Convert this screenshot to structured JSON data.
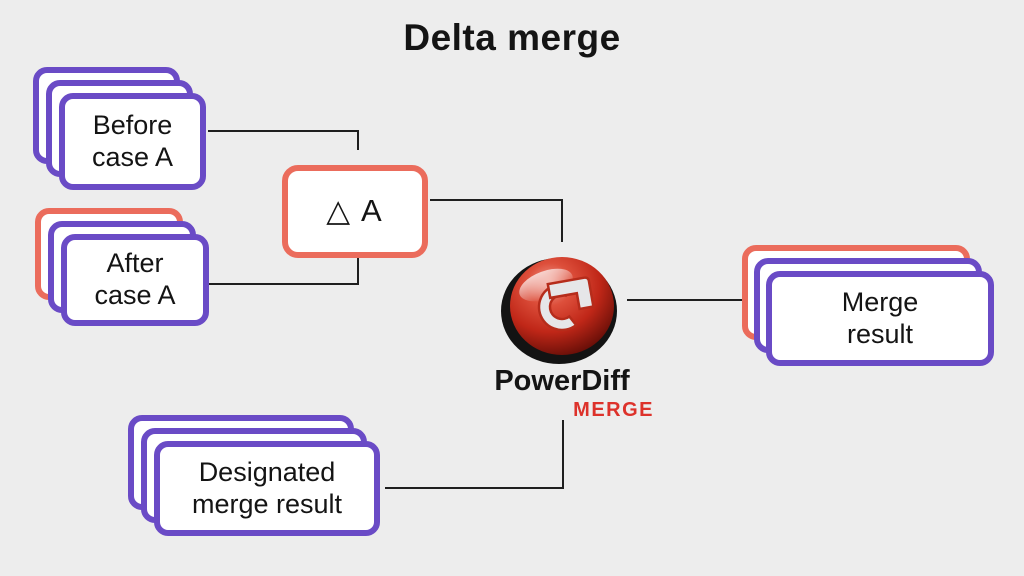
{
  "title": "Delta merge",
  "colors": {
    "bg": "#ededed",
    "purple": "#6a4bc6",
    "salmon": "#eb6c5c",
    "line": "#1f1f1f",
    "text": "#141414",
    "merge-red": "#dd322b"
  },
  "cards": {
    "before": {
      "label": "Before\ncase A",
      "layers": [
        "purple",
        "purple",
        "purple"
      ]
    },
    "after": {
      "label": "After\ncase A",
      "layers": [
        "salmon",
        "purple",
        "purple"
      ]
    },
    "delta": {
      "label": "△ A"
    },
    "designated": {
      "label": "Designated\nmerge result",
      "layers": [
        "purple",
        "purple",
        "purple"
      ]
    },
    "merge_result": {
      "label": "Merge\nresult",
      "layers": [
        "salmon",
        "purple",
        "purple"
      ]
    }
  },
  "logo": {
    "brand": "PowerDiff",
    "product": "MERGE",
    "icon": "red-glossy-sphere-with-interlocked-merge-glyph"
  }
}
